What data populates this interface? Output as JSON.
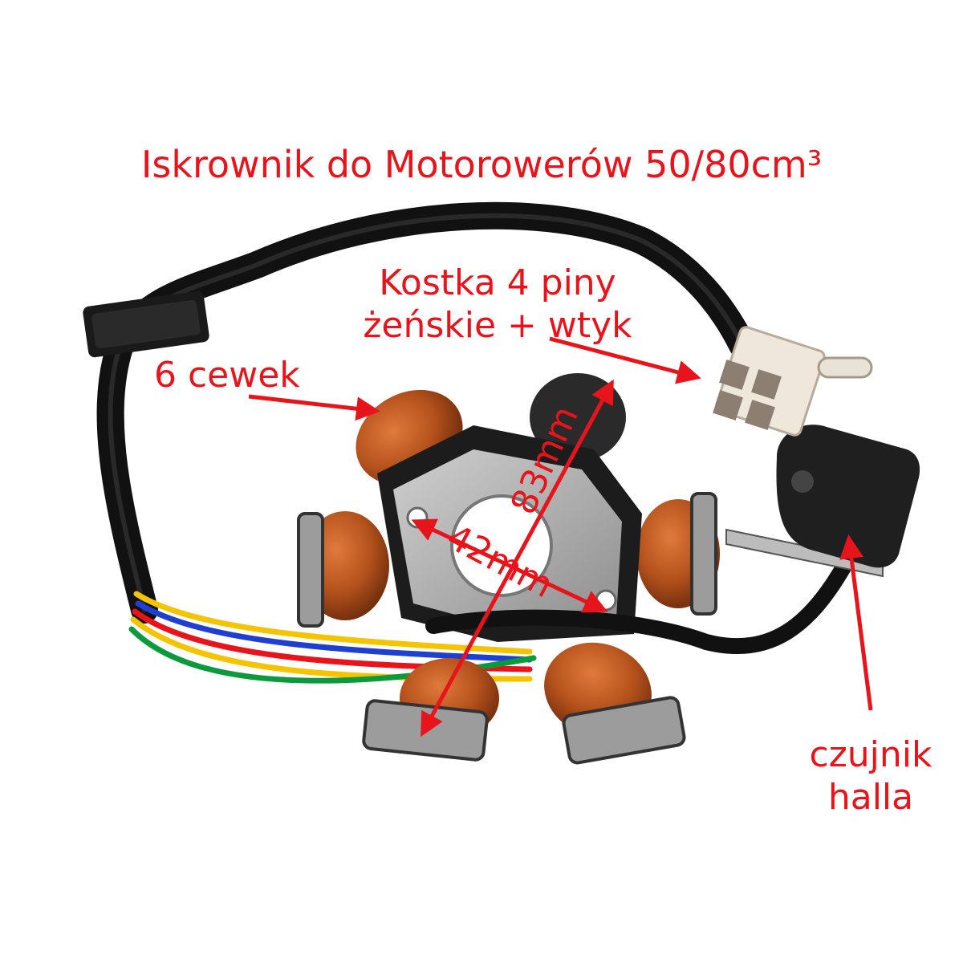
{
  "title": "Iskrownik do Motorowerów 50/80cm³",
  "labels": {
    "connector_line1": "Kostka 4 piny",
    "connector_line2": "żeńskie + wtyk",
    "coils": "6 cewek",
    "sensor_line1": "czujnik",
    "sensor_line2": "halla",
    "dim_outer": "83mm",
    "dim_inner": "42mm"
  },
  "colors": {
    "annotation": "#e8141c",
    "coil_copper": "#b5521c",
    "body": "#1c1c1c",
    "plate": "#a9a9a9",
    "connector": "#efe6dc"
  }
}
